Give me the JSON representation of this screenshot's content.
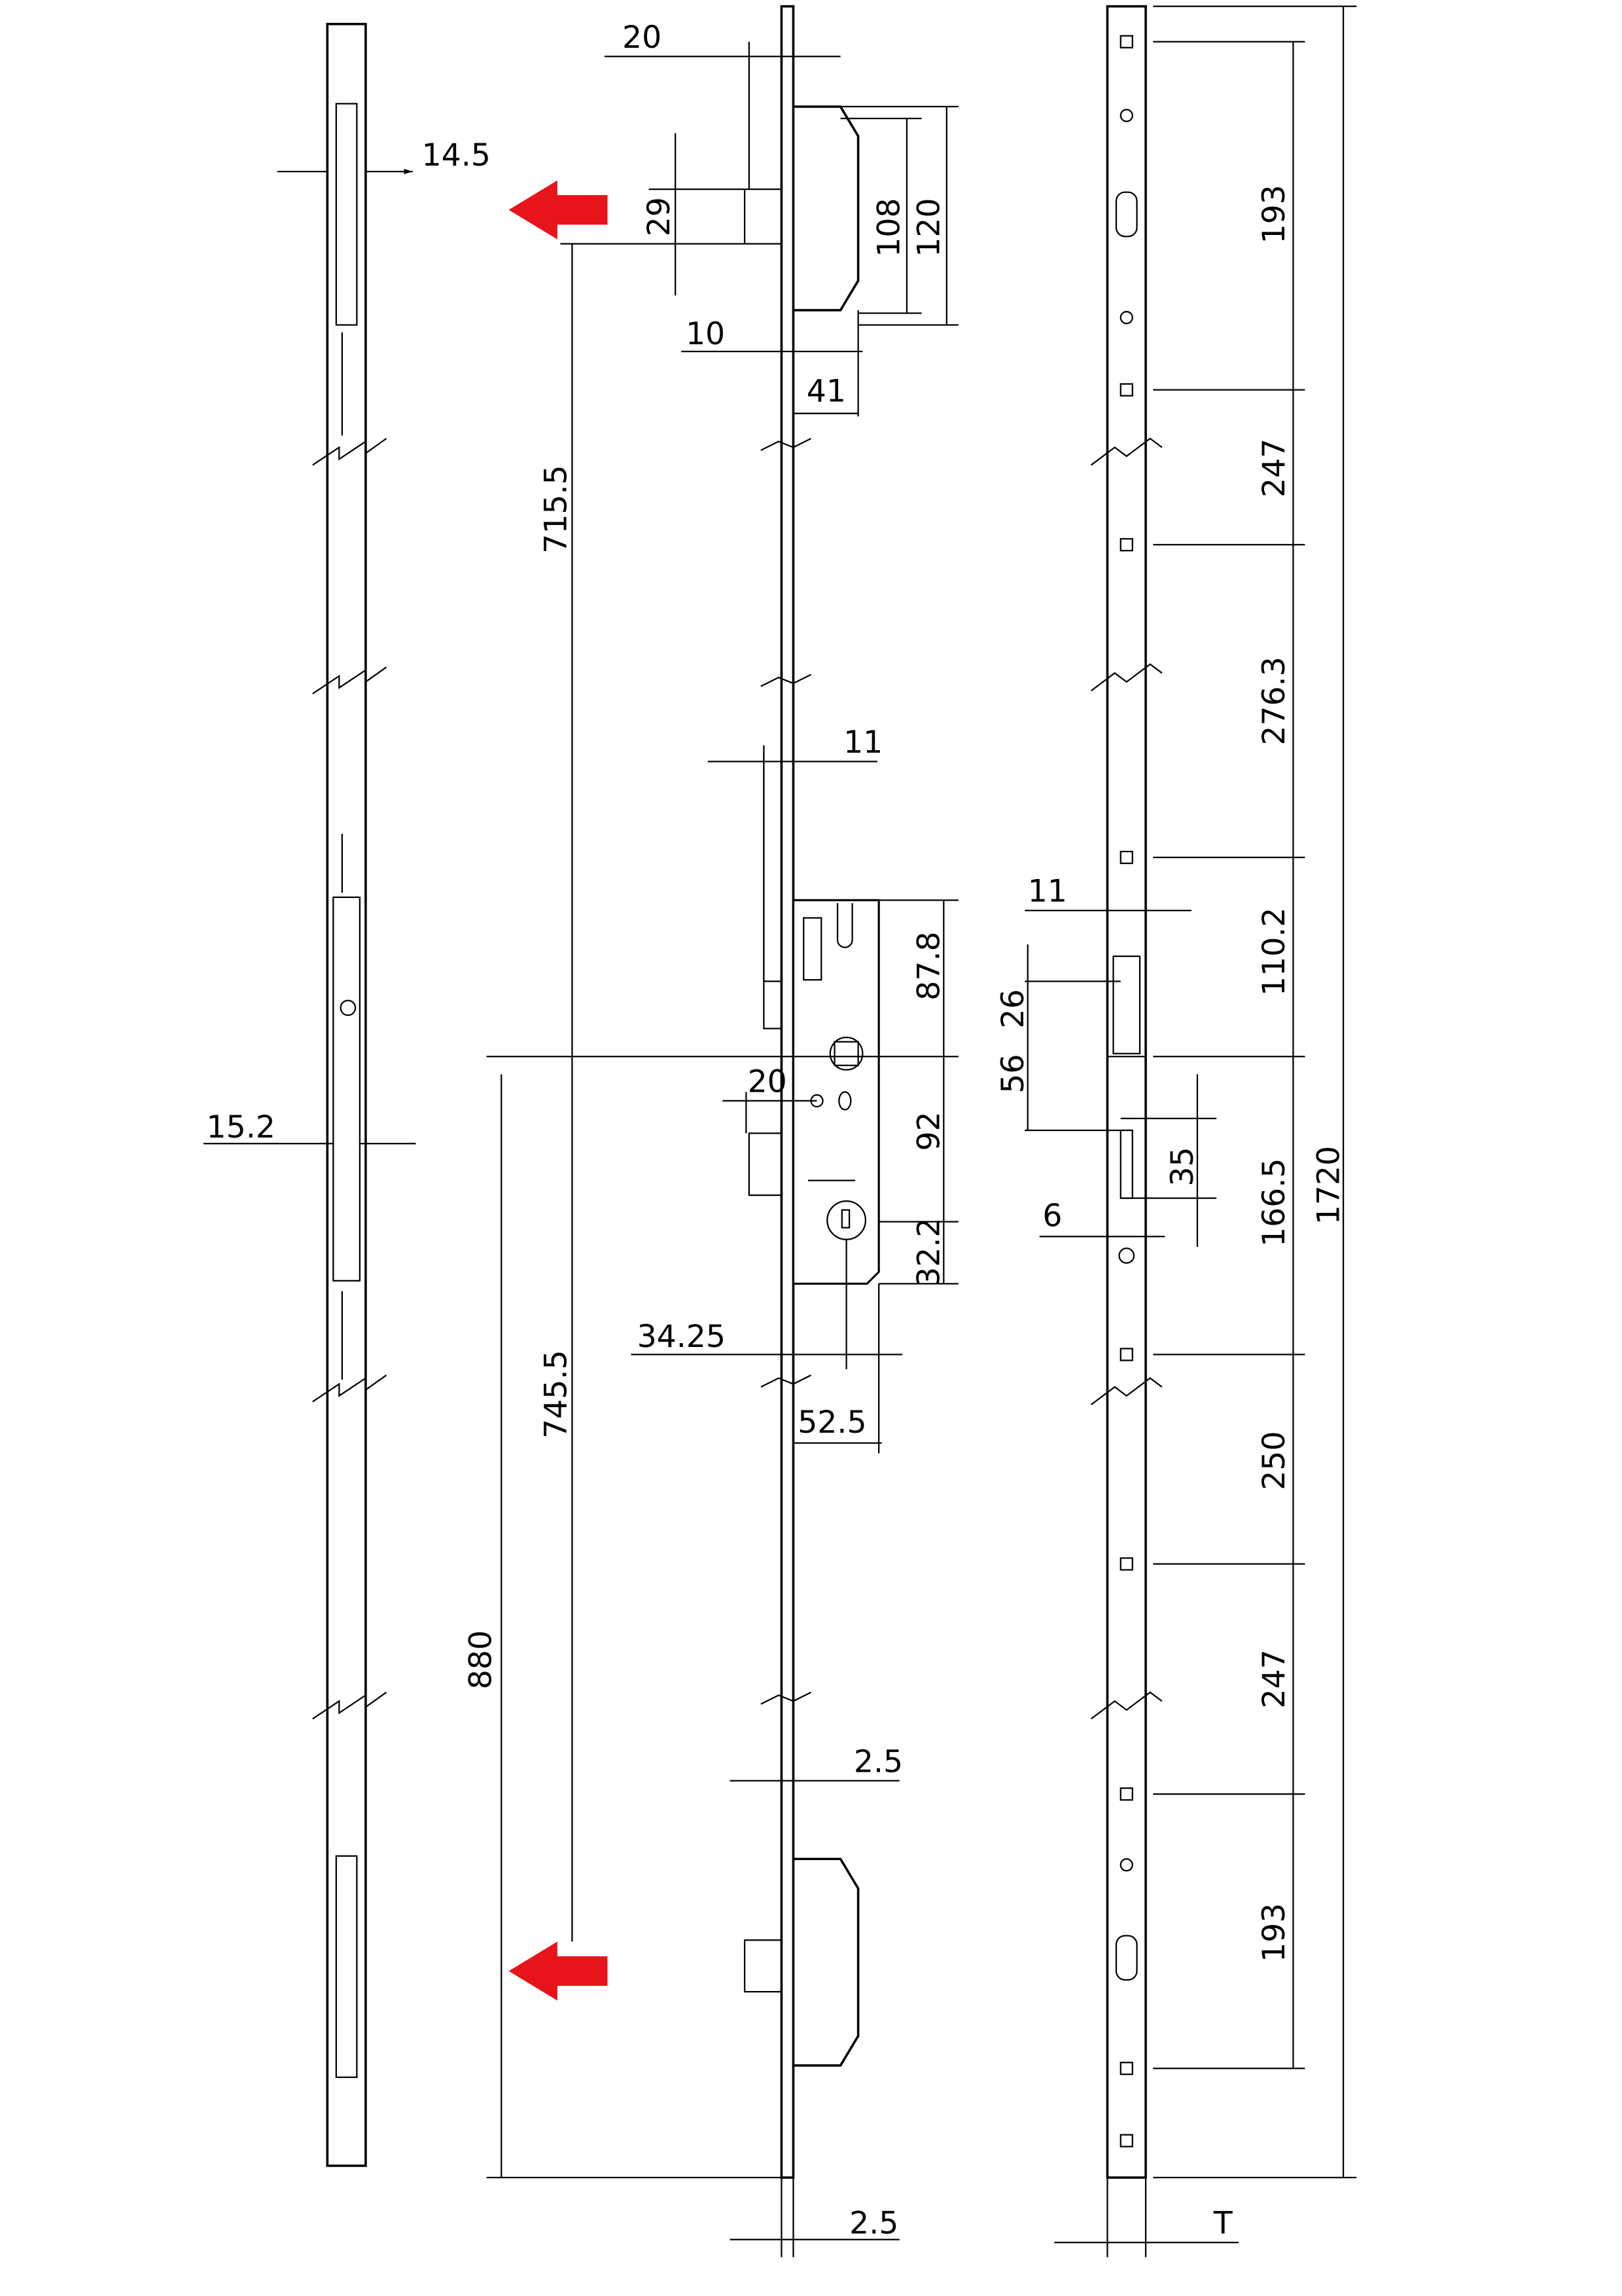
{
  "colors": {
    "arrow": "#e8141b",
    "line": "#000000",
    "background": "#ffffff"
  },
  "left_view": {
    "dims": [
      "14.5",
      "15.2"
    ]
  },
  "middle_view": {
    "dims": [
      "20",
      "29",
      "108",
      "120",
      "10",
      "41",
      "715.5",
      "11",
      "87.8",
      "20",
      "92",
      "32.2",
      "34.25",
      "745.5",
      "52.5",
      "880",
      "2.5",
      "2.5"
    ]
  },
  "right_view": {
    "dims": [
      "193",
      "247",
      "276.3",
      "11",
      "110.2",
      "26",
      "56",
      "35",
      "6",
      "166.5",
      "1720",
      "250",
      "247",
      "193",
      "T"
    ]
  }
}
